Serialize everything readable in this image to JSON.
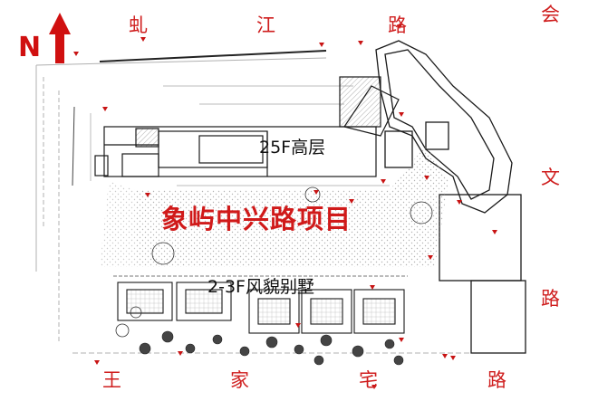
{
  "map": {
    "north": {
      "label": "N",
      "arrow_color": "#d01010"
    },
    "roads": {
      "north": [
        "虬",
        "江",
        "路"
      ],
      "east": [
        "会",
        "文",
        "路"
      ],
      "south": [
        "王",
        "家",
        "宅",
        "路"
      ]
    },
    "project_title": "象屿中兴路项目",
    "highrise_label": "25F高层",
    "villa_label": "2-3F风貌别墅",
    "colors": {
      "road_text": "#cf1d1d",
      "title_text": "#d01a1a",
      "line": "#1a1a1a",
      "hatch": "#9a9a9a",
      "marker": "#c81414"
    }
  }
}
